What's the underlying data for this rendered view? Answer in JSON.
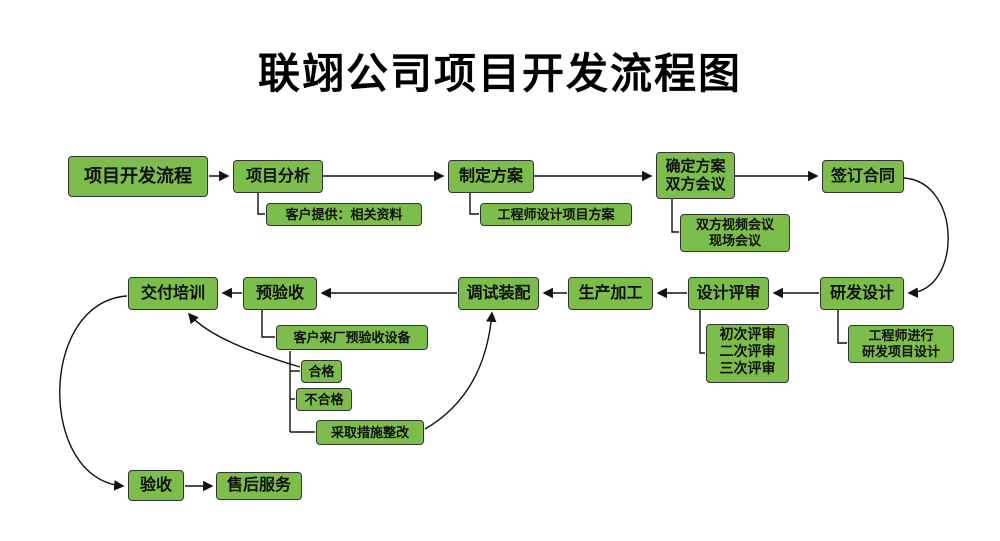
{
  "title": "联翊公司项目开发流程图",
  "colors": {
    "box_fill": "#7cbd4b",
    "box_border": "#333333",
    "line": "#111111",
    "background": "#ffffff",
    "text": "#101010"
  },
  "nodes": {
    "start": "项目开发流程",
    "analysis": "项目分析",
    "plan": "制定方案",
    "confirm_line1": "确定方案",
    "confirm_line2": "双方会议",
    "contract": "签订合同",
    "customer_materials": "客户提供：相关资料",
    "engineer_plan": "工程师设计项目方案",
    "meeting_line1": "双方视频会议",
    "meeting_line2": "现场会议",
    "delivery_training": "交付培训",
    "pre_acceptance": "预验收",
    "debug_assembly": "调试装配",
    "production": "生产加工",
    "design_review": "设计评审",
    "rnd_design": "研发设计",
    "customer_preacceptance": "客户来厂预验收设备",
    "qualified": "合格",
    "unqualified": "不合格",
    "rectify": "采取措施整改",
    "review_line1": "初次评审",
    "review_line2": "二次评审",
    "review_line3": "三次评审",
    "engineer_rnd_line1": "工程师进行",
    "engineer_rnd_line2": "研发项目设计",
    "acceptance": "验收",
    "after_sales": "售后服务"
  }
}
